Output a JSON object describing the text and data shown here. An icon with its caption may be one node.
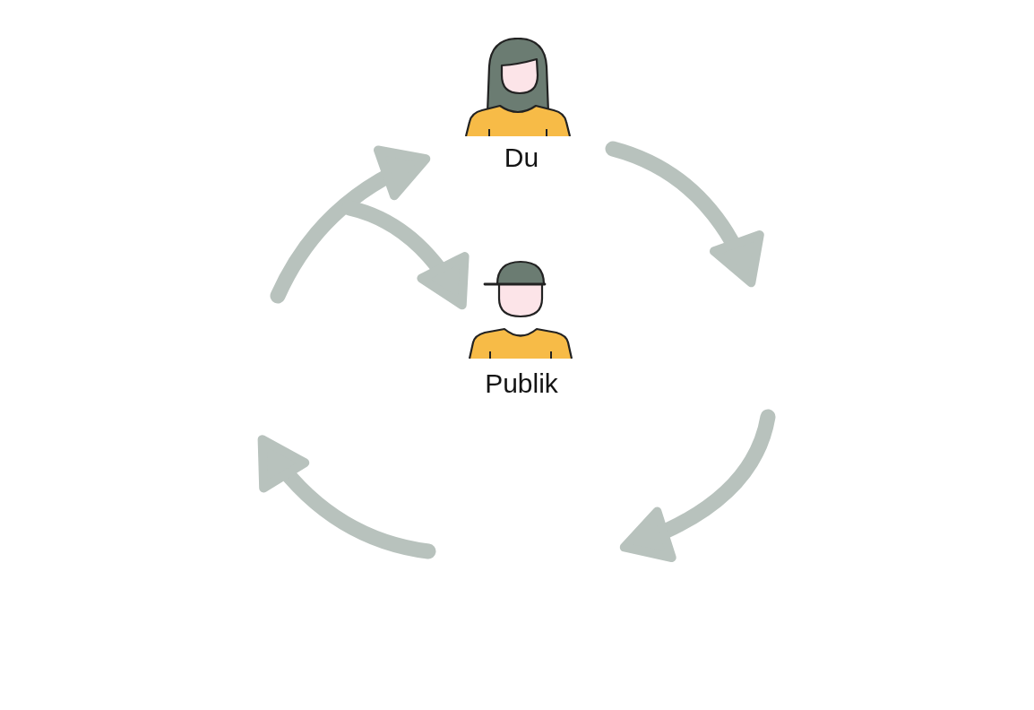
{
  "diagram": {
    "nodes": [
      {
        "text": [
          "Du"
        ]
      },
      {
        "text": [
          "Publik"
        ]
      }
    ],
    "edges": [
      {
        "from": 0,
        "to": null,
        "arrow": "to"
      },
      {
        "from": null,
        "to": 0,
        "arrow": "to"
      },
      {
        "from": null,
        "to": 1,
        "arrow": "to"
      }
    ]
  }
}
